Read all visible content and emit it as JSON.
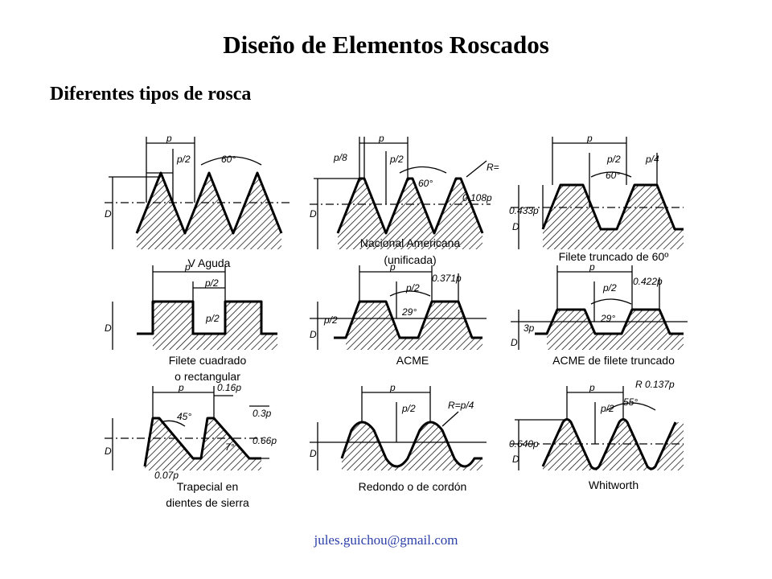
{
  "slide": {
    "title": "Diseño de Elementos Roscados",
    "subtitle": "Diferentes tipos de rosca",
    "footer": "jules.guichou@gmail.com"
  },
  "threads": [
    {
      "id": "v-aguda",
      "caption": [
        "V Aguda"
      ],
      "labels": [
        "p",
        "p/2",
        "60°",
        "D"
      ]
    },
    {
      "id": "nacional",
      "caption": [
        "Nacional Americana",
        "(unificada)"
      ],
      "labels": [
        "p/8",
        "p",
        "p/2",
        "60°",
        "R=",
        "0.108p",
        "D"
      ]
    },
    {
      "id": "truncado-60",
      "caption": [
        "Filete truncado de 60º"
      ],
      "labels": [
        "p",
        "p/2",
        "p/4",
        "60°",
        "0.433p",
        "D"
      ]
    },
    {
      "id": "cuadrado",
      "caption": [
        "Filete cuadrado",
        "o rectangular"
      ],
      "labels": [
        "p",
        "p/2",
        "p/2",
        "D"
      ]
    },
    {
      "id": "acme",
      "caption": [
        "ACME"
      ],
      "labels": [
        "p",
        "p/2",
        "0.371p",
        "29°",
        "p/2",
        "D"
      ]
    },
    {
      "id": "acme-truncado",
      "caption": [
        "ACME de filete truncado"
      ],
      "labels": [
        "p",
        "p/2",
        "0.422p",
        "29°",
        "3p",
        "D"
      ]
    },
    {
      "id": "trapecial",
      "caption": [
        "Trapecial en",
        "dientes de sierra"
      ],
      "labels": [
        "p",
        "0.16p",
        "45°",
        "0.3p",
        "0.66p",
        "7°",
        "0.07p",
        "D"
      ]
    },
    {
      "id": "redondo",
      "caption": [
        "Redondo o de cordón"
      ],
      "labels": [
        "p",
        "p/2",
        "R=p/4",
        "D"
      ]
    },
    {
      "id": "whitworth",
      "caption": [
        "Whitworth"
      ],
      "labels": [
        "p",
        "p/2",
        "R 0.137p",
        "55°",
        "0.640p",
        "D"
      ]
    }
  ]
}
